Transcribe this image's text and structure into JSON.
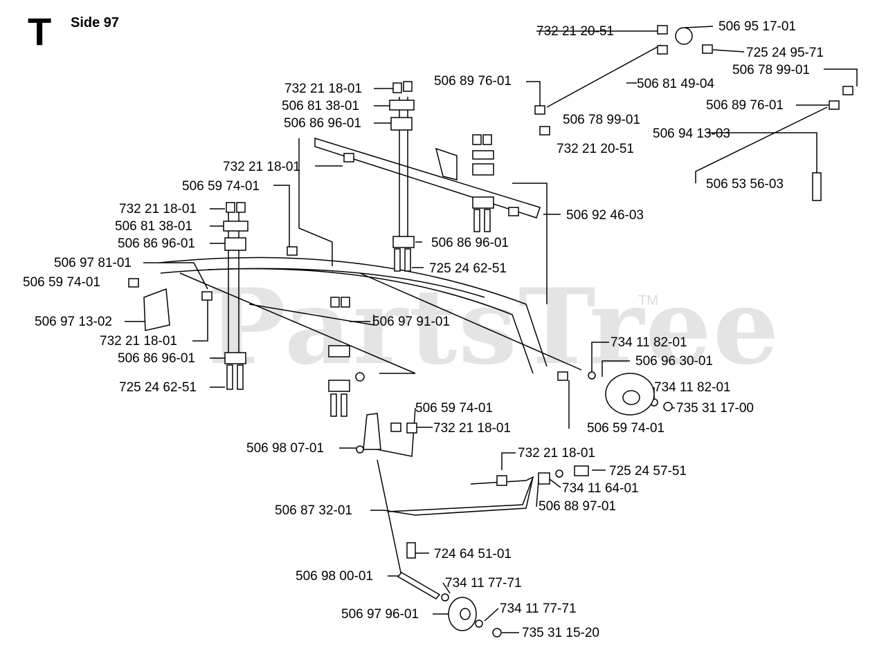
{
  "header": {
    "section_letter": "T",
    "page_label": "Side 97"
  },
  "watermark": {
    "text": "PartsTree",
    "trademark": "TM"
  },
  "callouts": [
    "732 21 20-51",
    "506 95 17-01",
    "725 24 95-71",
    "506 78 99-01",
    "506 89 76-01",
    "506 81 49-04",
    "506 78 99-01",
    "506 89 76-01",
    "732 21 18-01",
    "506 81 38-01",
    "506 86 96-01",
    "506 94 13-03",
    "732 21 20-51",
    "732 21 18-01",
    "506 53 56-03",
    "506 59 74-01",
    "732 21 18-01",
    "506 81 38-01",
    "506 86 96-01",
    "506 92 46-03",
    "506 86 96-01",
    "725 24 62-51",
    "506 97 81-01",
    "506 59 74-01",
    "506 97 91-01",
    "506 97 13-02",
    "732 21 18-01",
    "734 11 82-01",
    "506 86 96-01",
    "506 96 30-01",
    "725 24 62-51",
    "734 11 82-01",
    "735 31 17-00",
    "506 59 74-01",
    "732 21 18-01",
    "506 59 74-01",
    "506 98 07-01",
    "732 21 18-01",
    "725 24 57-51",
    "734 11 64-01",
    "506 87 32-01",
    "506 88 97-01",
    "724 64 51-01",
    "506 98 00-01",
    "734 11 77-71",
    "506 97 96-01",
    "734 11 77-71",
    "735 31 15-20"
  ]
}
